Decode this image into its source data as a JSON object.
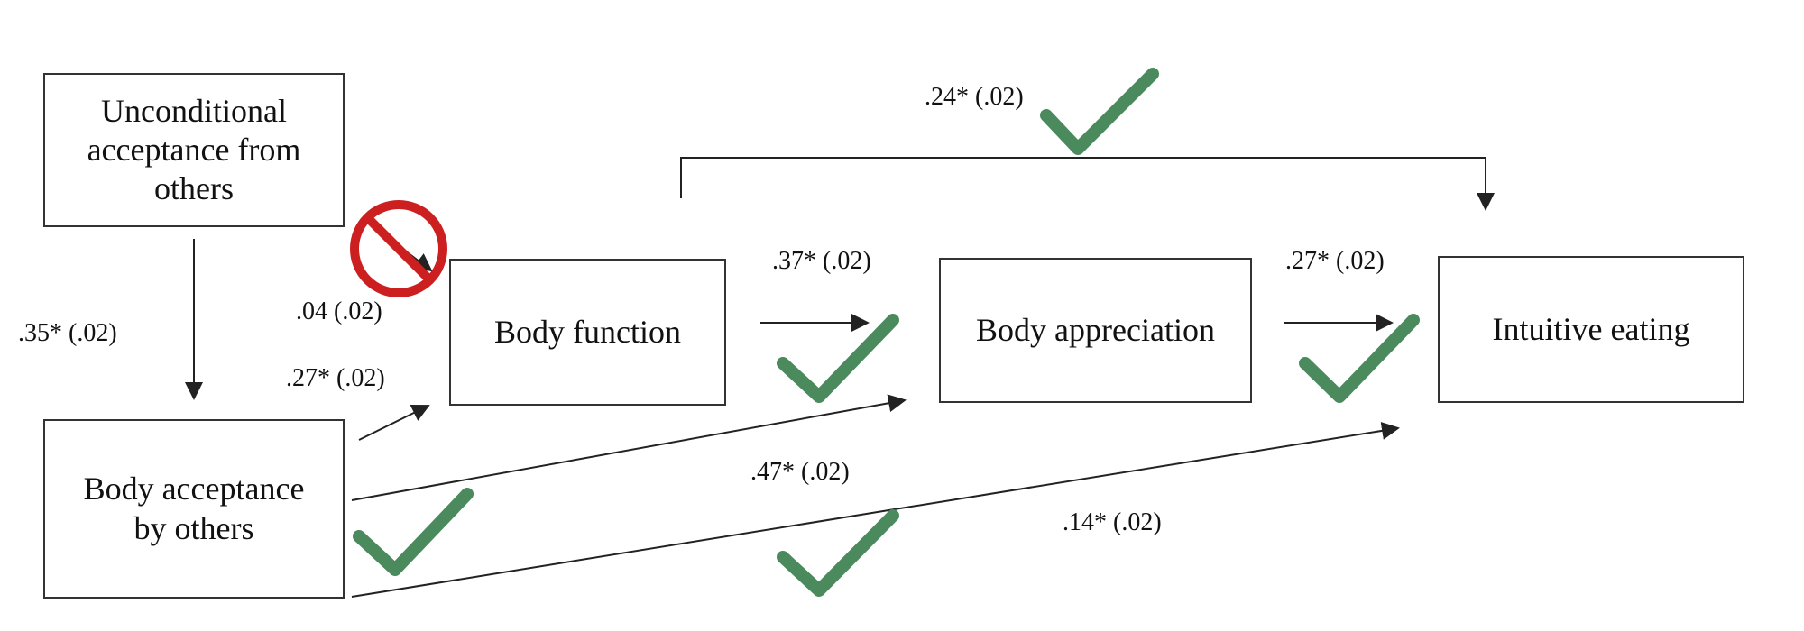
{
  "nodes": {
    "unconditional": "Unconditional\nacceptance from\nothers",
    "body_acceptance": "Body acceptance\nby others",
    "body_function": "Body function",
    "body_appreciation": "Body appreciation",
    "intuitive_eating": "Intuitive eating"
  },
  "paths": {
    "unconditional_to_acceptance": ".35* (.02)",
    "unconditional_to_function": ".04 (.02)",
    "acceptance_to_function": ".27* (.02)",
    "function_to_appreciation": ".37* (.02)",
    "appreciation_to_eating": ".27* (.02)",
    "function_to_eating": ".24* (.02)",
    "acceptance_to_appreciation": ".47* (.02)",
    "acceptance_to_eating": ".14* (.02)"
  },
  "colors": {
    "check": "#4a8a5c",
    "prohibited": "#cc1f1f",
    "line": "#222222"
  }
}
